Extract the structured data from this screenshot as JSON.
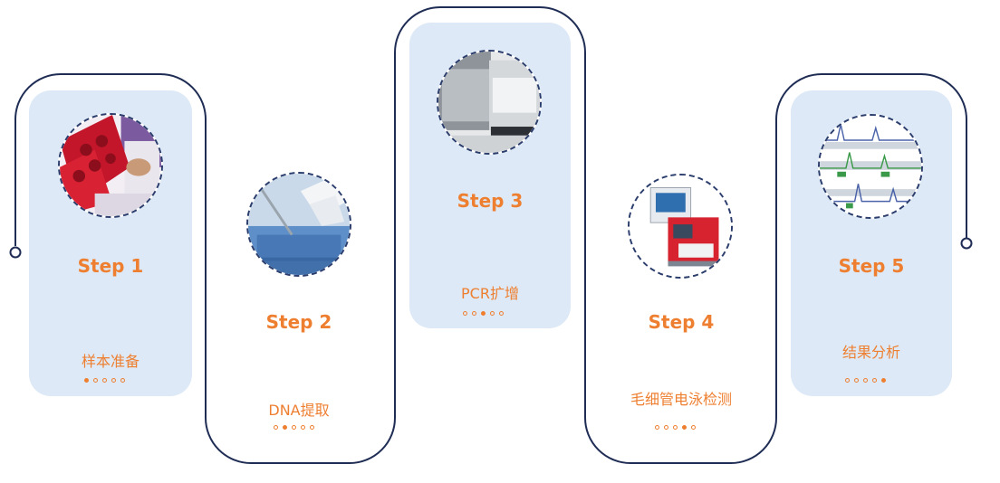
{
  "colors": {
    "accent": "#ee7f30",
    "card_fill": "#dde9f6",
    "frame_line": "#1f2d55"
  },
  "steps": [
    {
      "step": "Step 1",
      "label": "样本准备",
      "image": "sample-tubes-image",
      "active_dot": 1
    },
    {
      "step": "Step 2",
      "label": "DNA提取",
      "image": "pipette-extraction-image",
      "active_dot": 2
    },
    {
      "step": "Step 3",
      "label": "PCR扩增",
      "image": "pcr-thermocycler-image",
      "active_dot": 3
    },
    {
      "step": "Step 4",
      "label": "毛细管电泳检测",
      "image": "genetic-analyzer-image",
      "active_dot": 4
    },
    {
      "step": "Step 5",
      "label": "结果分析",
      "image": "electropherogram-image",
      "active_dot": 5
    }
  ]
}
